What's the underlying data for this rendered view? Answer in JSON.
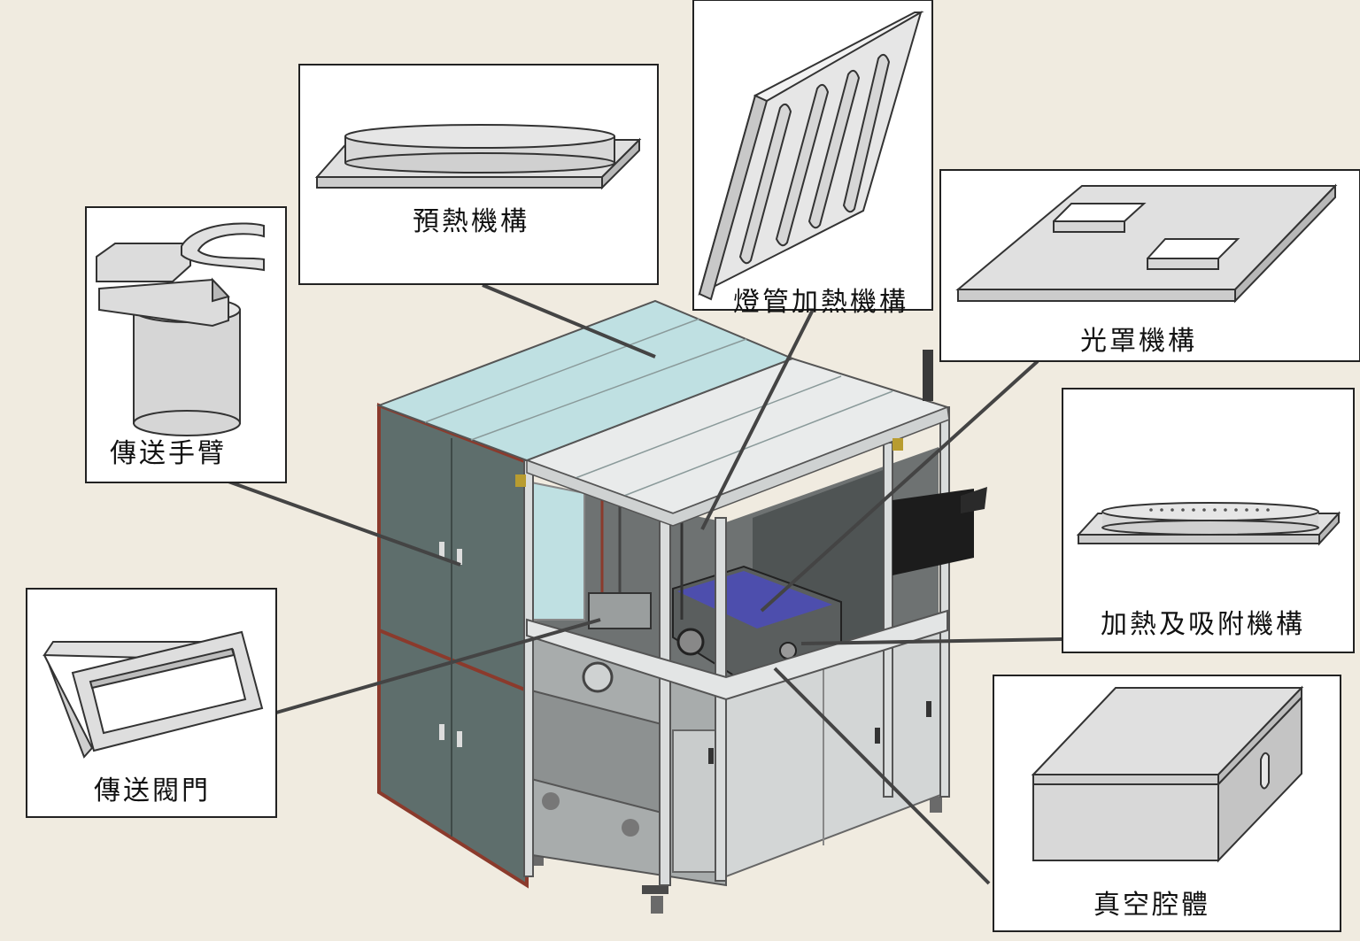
{
  "diagram": {
    "colors": {
      "background": "#f0ebe0",
      "panel_border": "#222222",
      "machine_top_cyan": "#bfe0e2",
      "machine_side_dark": "#5e6e6c",
      "frame_red": "#8b3a2c",
      "part_gray": "#d9d9d9",
      "leader_line": "#444444"
    },
    "labels": {
      "transfer_arm": "傳送手臂",
      "preheat": "預熱機構",
      "lamp_heating": "燈管加熱機構",
      "mask": "光罩機構",
      "heat_suction": "加熱及吸附機構",
      "transfer_valve": "傳送閥門",
      "vacuum_chamber": "真空腔體"
    }
  }
}
